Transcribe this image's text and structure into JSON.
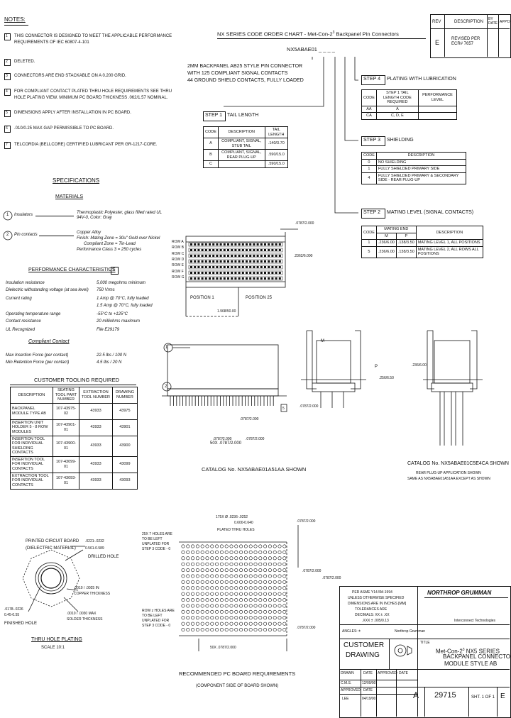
{
  "notes": {
    "header": "NOTES:",
    "items": [
      {
        "num": "1",
        "text": "THIS CONNECTOR IS DESIGNED TO MEET THE APPLICABLE PERFORMANCE",
        "text2": "REQUIREMENTS OF IEC 60807-4-101"
      },
      {
        "num": "2",
        "text": "DELETED."
      },
      {
        "num": "3",
        "text": "CONNECTORS ARE END STACKABLE ON A 0.200 GRID."
      },
      {
        "num": "4",
        "text": "FOR COMPLIANT CONTACT PLATED THRU HOLE REQUIREMENTS SEE THRU",
        "text2": "HOLE PLATING VIEW. MINIMUM PC BOARD THICKNESS .062/1.57 NOMINAL."
      },
      {
        "num": "5",
        "text": "DIMENSIONS APPLY AFTER INSTALLATION IN PC BOARD."
      },
      {
        "num": "6",
        "text": ".010/0.25 MAX GAP PERMISSIBLE TO PC BOARD."
      },
      {
        "num": "7",
        "text": "TELCORDIA (BELLCORE) CERTIFIED LUBRICANT PER GR-1217-CORE."
      }
    ]
  },
  "title_chart": {
    "title_pre": "NX SERIES CODE ORDER CHART - Met-Con-2",
    "title_sup": "3",
    "title_post": " Backpanel Pin Connectors",
    "part_no": "NX5ABAE01 _ _ _ _",
    "desc1": "2MM BACKPANEL AB25 STYLE PIN CONNECTOR",
    "desc2": "WITH 125 COMPLIANT SIGNAL CONTACTS",
    "desc3": "44 GROUND SHIELD CONTACTS, FULLY LOADED"
  },
  "step1": {
    "label": "STEP 1",
    "title": "TAIL LENGTH",
    "headers": [
      "CODE",
      "DESCRIPTION",
      "TAIL LENGTH"
    ],
    "rows": [
      {
        "code": "A",
        "desc": "COMPLIANT, SIGNAL, STUB TAIL",
        "len": ".140/3.70"
      },
      {
        "code": "B",
        "desc": "COMPLIANT, SIGNAL, REAR PLUG-UP",
        "len": ".590/15.0"
      },
      {
        "code": "C",
        "desc": "",
        "len": ".590/15.0"
      }
    ]
  },
  "step2": {
    "label": "STEP 2",
    "title": "MATING LEVEL (SIGNAL CONTACTS)",
    "headers": [
      "CODE",
      "MATING END",
      "DESCRIPTION"
    ],
    "sub": [
      "M",
      "P"
    ],
    "rows": [
      {
        "code": "1",
        "m": ".236/6.00",
        "p": ".138/3.50",
        "desc": "MATING LEVEL 1, ALL POSITIONS"
      },
      {
        "code": "5",
        "m": ".236/6.00",
        "p": ".138/3.50",
        "desc": "MATING LEVEL 2, ALL ROWS ALL POSITIONS"
      }
    ]
  },
  "step3": {
    "label": "STEP 3",
    "title": "SHIELDING",
    "headers": [
      "CODE",
      "DESCRIPTION"
    ],
    "rows": [
      {
        "code": "0",
        "desc": "NO SHIELDING"
      },
      {
        "code": "1",
        "desc": "FULLY SHIELDED PRIMARY SIDE"
      },
      {
        "code": "4",
        "desc": "FULLY SHIELDED PRIMARY & SECONDARY SIDE - REAR PLUG-UP"
      }
    ]
  },
  "step4": {
    "label": "STEP 4",
    "title": "PLATING WITH LUBRICATION",
    "headers": [
      "CODE",
      "STEP 1 TAIL LENGTH CODE REQUIRED",
      "PERFORMANCE LEVEL"
    ],
    "rows": [
      {
        "code": "AA",
        "req": "A",
        "lvl": ""
      },
      {
        "code": "CA",
        "req": "C, D, E",
        "lvl": ""
      }
    ]
  },
  "revision": {
    "headers": [
      "REV",
      "DESCRIPTION",
      "BY DATE",
      "APP'D"
    ],
    "rev": "E",
    "desc": "REVISED PER ECR# 7657"
  },
  "specs": {
    "title": "SPECIFICATIONS",
    "materials": "MATERIALS",
    "housing_label": "Insulators",
    "housing_val": "Thermoplastic Polyester, glass filled rated UL 94V-0, Color: Gray",
    "contacts_label": "Pin contacts",
    "contacts_val1": "Copper Alloy",
    "contacts_val2": "Finish: Mating Zone = 30u\" Gold over Nickel",
    "contacts_val3": "Compliant Zone = Tin-Lead",
    "contacts_val4": "Performance Class 3 = 250 cycles",
    "perf_title": "PERFORMANCE CHARACTERISTICS",
    "perf": [
      {
        "k": "Insulation resistance",
        "v": "5,000 megohms minimum"
      },
      {
        "k": "Dielectric withstanding voltage (at sea level)",
        "v": "750 Vrms"
      },
      {
        "k": "Current rating",
        "v": "1 Amp @ 70°C, fully loaded"
      },
      {
        "k": "",
        "v": "1.5 Amp @ 70°C, fully loaded"
      },
      {
        "k": "Operating temperature range",
        "v": "-55°C to +125°C"
      },
      {
        "k": "Contact resistance",
        "v": "20 milliohms maximum"
      },
      {
        "k": "UL Recognized",
        "v": "File E29179"
      }
    ],
    "compliant_title": "Compliant Contact",
    "compliant": [
      {
        "k": "Max Insertion Force (per contact)",
        "v": "22.5 lbs / 100 N"
      },
      {
        "k": "Min Retention Force (per contact)",
        "v": "4.5 lbs / 20 N"
      }
    ]
  },
  "tooling": {
    "title": "CUSTOMER TOOLING REQUIRED",
    "headers": [
      "DESCRIPTION",
      "SEATING TOOL PART NUMBER",
      "EXTRACTION TOOL NUMBER",
      "DRAWING NUMBER"
    ],
    "rows": [
      [
        "BACKPANEL MODULE TYPE AB",
        "107-43975-02",
        "43933",
        "43975"
      ],
      [
        "INSERTION UNIT HOLDER 5 - 8 ROW MODULES",
        "107-43901-01",
        "43933",
        "43901"
      ],
      [
        "INSERTION TOOL FOR INDIVIDUAL SHIELDING CONTACTS",
        "107-43900-01",
        "43933",
        "43900"
      ],
      [
        "INSERTION TOOL FOR INDIVIDUAL CONTACTS",
        "107-43099-01",
        "43933",
        "43099"
      ],
      [
        "EXTRACTION TOOL FOR INDIVIDUAL CONTACTS",
        "107-43093-01",
        "43933",
        "43093"
      ]
    ]
  },
  "views": {
    "rows": [
      "ROW A",
      "ROW B",
      "ROW C",
      "ROW D",
      "ROW E",
      "ROW F",
      "ROW G"
    ],
    "pos1": "POSITION 1",
    "pos25": "POSITION 25",
    "dim_len": ".2362/6.000",
    "dim_top": ".0787/2.000",
    "dim_total": "1.968/50.00",
    "dim_pitch": "50X .0787/2.000",
    "catalog1": "CATALOG No. NX5ABAE01A51AA SHOWN",
    "catalog2": "CATALOG No. NX5ABAE01C5E4CA SHOWN",
    "catalog2_sub1": "REAR PLUG-UP APPLICATION SHOWN",
    "catalog2_sub2": "SAME AS NX5ABAE01A51AA EXCEPT AS SHOWN",
    "dim_m": "M",
    "dim_p": "P",
    "dim_side1": ".236/6.00",
    "dim_side2": ".256/6.50",
    "dim_side3": ".0787/2.000",
    "callout1": "1",
    "callout2": "2",
    "callout5": "5",
    "callout6": "6"
  },
  "thruhole": {
    "title": "THRU HOLE PLATING",
    "scale": "SCALE 10:1",
    "pcb": "PRINTED CIRCUIT BOARD",
    "diel": "(DIELECTRIC MATERIAL)",
    "drill": "DRILLED HOLE",
    "drill_dim1": ".0221-.0232",
    "drill_dim2": "0.561-0.589",
    "copper": ".0010 / .0025 IN",
    "copper2": "COPPER THICKNESS",
    "solder": ".0010 / .0030 MAX",
    "solder2": "SOLDER THICKNESS",
    "finished": "FINISHED HOLE",
    "fin_dim1": ".0178-.0226",
    "fin_dim2": "0.45-0.55"
  },
  "pcb_req": {
    "title": "RECOMMENDED PC BOARD REQUIREMENTS",
    "sub": "(COMPONENT SIDE OF BOARD SHOWN)",
    "holes1": "25X 7 HOLES ARE",
    "holes1b": "TO BE LEFT",
    "holes1c": "UNPLATED FOR",
    "holes1d": "STEP 3 CODE - 0",
    "holes2": "ROW z HOLES ARE",
    "holes2b": "TO BE LEFT",
    "holes2c": "UNPLATED FOR",
    "holes2d": "STEP 3 CODE - 0",
    "plated": "PLATED THRU HOLES",
    "dim1": "175X Ø .0236-.0252",
    "dim2": "0.600-0.640"
  },
  "titleblock": {
    "company": "NORTHROP GRUMMAN",
    "unless1": "PER ASME Y14.5M-1994",
    "unless2": "UNLESS OTHERWISE SPECIFIED",
    "unless3": "DIMENSIONS ARE IN INCHES [MM]",
    "unless4": "TOLERANCES ARE",
    "unless5": "DECIMALS: XX ± .XX",
    "unless6": ".XXX ± .005/0.13",
    "angles": "ANGLES: ±",
    "electronic": "Northrop Grumman",
    "sys": "Interconnect Technologies",
    "cust": "CUSTOMER",
    "drawing": "DRAWING",
    "title_label": "TITLE",
    "title1": "Met-Con-2",
    "title1_sup": "3",
    "title1_post": " NX5 SERIES",
    "title2": "BACKPANEL CONNECTOR",
    "title3": "MODULE STYLE AB",
    "size": "A",
    "dwg_no": "29715",
    "sht": "SHT. 1 OF 1",
    "rev": "E",
    "drawn": "DRAWN",
    "approved": "APPROVED",
    "date": "DATE",
    "drawn_by": "C.M.S.",
    "drawn_date": "12/09/00",
    "checked": "LEE",
    "checked_date": "04/19/00"
  }
}
